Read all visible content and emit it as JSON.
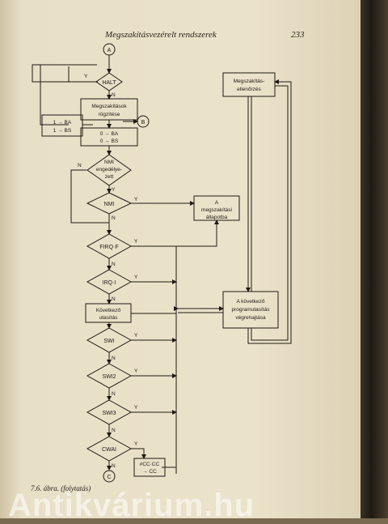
{
  "header": {
    "title": "Megszakításvezérelt rendszerek",
    "page_number": "233"
  },
  "caption": "7.6. ábra. (folytatás)",
  "watermark": "Antikvárium.hu",
  "connectors": {
    "start": "A",
    "branch": "B",
    "end": "C"
  },
  "decisions": {
    "halt": "HALT",
    "nmi_enabled": [
      "NMI",
      "engedélye-",
      "zett"
    ],
    "nmi": "NMI",
    "firq": "FIRQ·F",
    "irq": "IRQ·I",
    "swi1": "SWI",
    "swi2": "SWI2",
    "swi3": "SWI3",
    "cwai": "CWAI"
  },
  "processes": {
    "record_interrupts": [
      "Megszakítások",
      "rögzítése"
    ],
    "ba_bs_one": [
      "1 → BA",
      "1 → BS"
    ],
    "ba_bs_zero": [
      "0 → BA",
      "0 → BS"
    ],
    "next_instruction": [
      "Következő",
      "utasítás"
    ],
    "interrupt_check": [
      "Megszakítás-",
      "ellenőrzés"
    ],
    "interrupt_state": [
      "A",
      "megszakítási",
      "állapotba"
    ],
    "next_program": [
      "A következő",
      "programutasítás",
      "végrehajtása"
    ],
    "cc_op": [
      "#CC·CC",
      "→ CC"
    ]
  },
  "labels": {
    "yes": "Y",
    "no": "N"
  }
}
